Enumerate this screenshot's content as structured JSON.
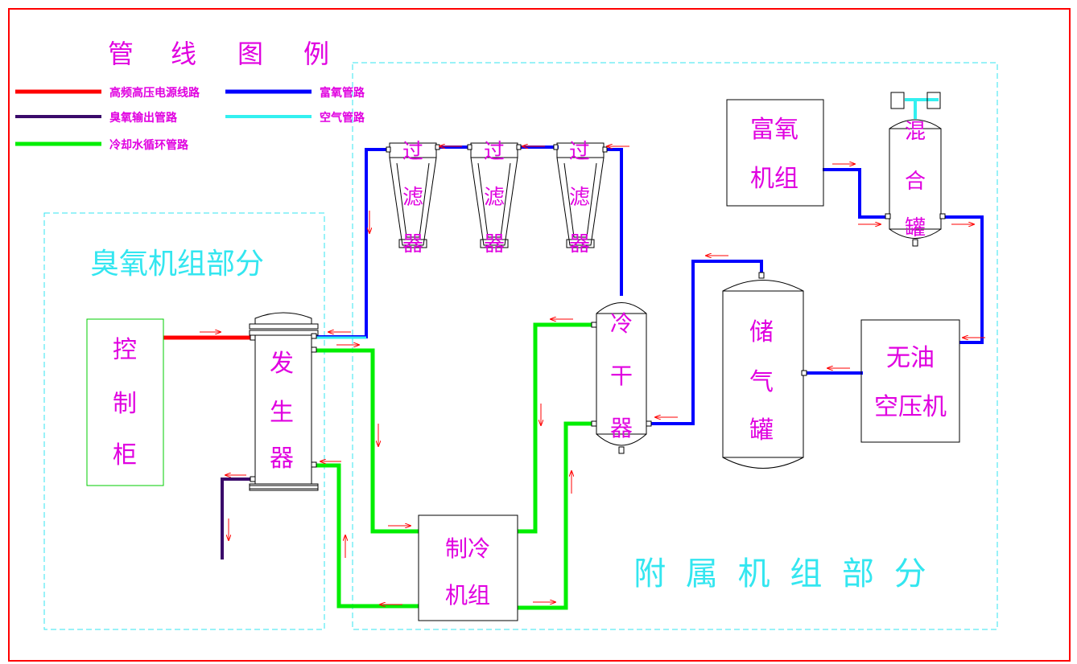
{
  "legend": {
    "title": [
      "管",
      "线",
      "图",
      "例"
    ],
    "items": [
      {
        "label": "高频高压电源线路",
        "color": "#ff0000"
      },
      {
        "label": "富氧管路",
        "color": "#0000ff"
      },
      {
        "label": "臭氧输出管路",
        "color": "#3a0a6a"
      },
      {
        "label": "空气管路",
        "color": "#33f0f0"
      },
      {
        "label": "冷却水循环管路",
        "color": "#00ee00"
      }
    ]
  },
  "sections": {
    "ozone_unit": "臭氧机组部分",
    "aux_unit": "附 属 机 组 部 分"
  },
  "equipment": {
    "control_cabinet": [
      "控",
      "制",
      "柜"
    ],
    "generator": [
      "发",
      "生",
      "器"
    ],
    "filter": [
      "过",
      "滤",
      "器"
    ],
    "chiller": [
      "制冷",
      "机组"
    ],
    "dryer": [
      "冷",
      "干",
      "器"
    ],
    "storage_tank": [
      "储",
      "气",
      "罐"
    ],
    "compressor": [
      "无油",
      "空压机"
    ],
    "oxygen_unit": [
      "富氧",
      "机组"
    ],
    "mixing_tank": [
      "混",
      "合",
      "罐"
    ]
  },
  "colors": {
    "frame": "#ff0000",
    "power": "#ff0000",
    "oxygen": "#0000ff",
    "ozone": "#3a0a6a",
    "air": "#33f0f0",
    "water": "#00ee00",
    "label": "#e000e0",
    "section": "#33e6f0",
    "arrow": "#ff0000",
    "cabinet_border": "#00cc00"
  }
}
